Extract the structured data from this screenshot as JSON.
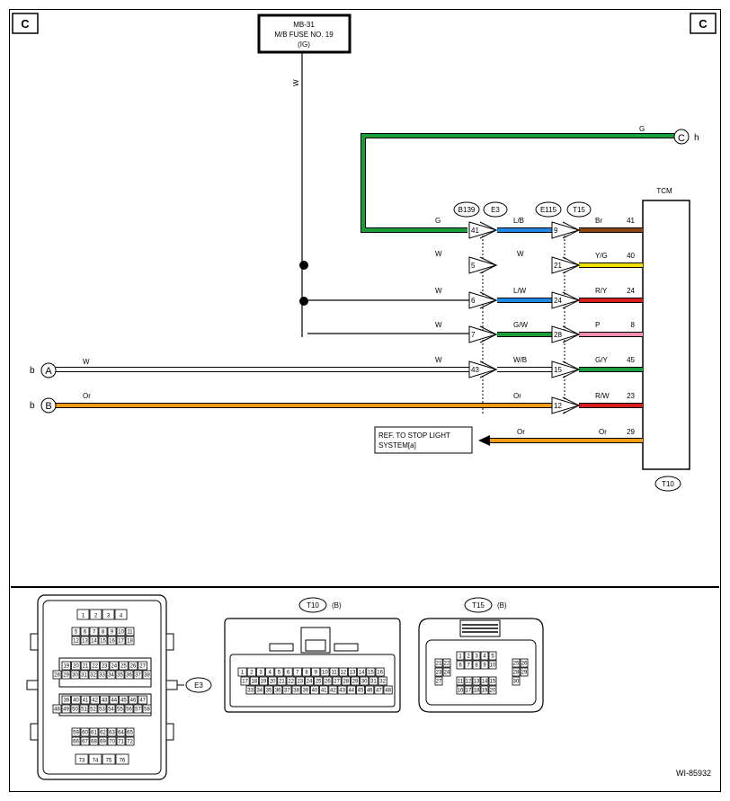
{
  "corner_labels": {
    "left": "C",
    "right": "C"
  },
  "fuse": {
    "line1": "MB-31",
    "line2": "M/B FUSE NO. 19",
    "line3": "(IG)"
  },
  "fuse_wire_color": "W",
  "connector_tags": {
    "b139": "B139",
    "e3": "E3",
    "e115": "E115",
    "t15": "T15",
    "t10_bottom": "T10"
  },
  "tcm_label": "TCM",
  "connector_c": {
    "letter": "C",
    "suffix": "h",
    "wire_color": "G"
  },
  "connector_a": {
    "prefix": "b",
    "letter": "A",
    "wire_color": "W"
  },
  "connector_b": {
    "prefix": "b",
    "letter": "B",
    "wire_color": "Or"
  },
  "circuits": [
    {
      "left_color": "G",
      "e3_pin": "41",
      "mid_color": "L/B",
      "t15_pin": "9",
      "right_color": "Br",
      "tcm_pin": "41",
      "left_hex": "#1a9e3a",
      "mid_hex": "#1e88e5",
      "right_hex": "#8b4513"
    },
    {
      "left_color": "W",
      "e3_pin": "5",
      "mid_color": "W",
      "t15_pin": "21",
      "right_color": "Y/G",
      "tcm_pin": "40",
      "left_hex": "#ffffff",
      "mid_hex": "#ffffff",
      "right_hex": "#f0e000"
    },
    {
      "left_color": "W",
      "e3_pin": "6",
      "mid_color": "L/W",
      "t15_pin": "24",
      "right_color": "R/Y",
      "tcm_pin": "24",
      "left_hex": "#ffffff",
      "mid_hex": "#1e88e5",
      "right_hex": "#d81b1b"
    },
    {
      "left_color": "W",
      "e3_pin": "7",
      "mid_color": "G/W",
      "t15_pin": "28",
      "right_color": "P",
      "tcm_pin": "8",
      "left_hex": "#ffffff",
      "mid_hex": "#1a9e3a",
      "right_hex": "#f48fb1"
    },
    {
      "left_color": "W",
      "e3_pin": "43",
      "mid_color": "W/B",
      "t15_pin": "15",
      "right_color": "G/Y",
      "tcm_pin": "45",
      "left_hex": "#ffffff",
      "mid_hex": "#ffffff",
      "right_hex": "#1a9e3a"
    },
    {
      "left_color": "Or",
      "e3_pin": "",
      "mid_color": "Or",
      "t15_pin": "12",
      "right_color": "R/W",
      "tcm_pin": "23",
      "left_hex": "#f39c12",
      "mid_hex": "#f39c12",
      "right_hex": "#d81b1b"
    }
  ],
  "stop_light": {
    "line1": "REF. TO STOP LIGHT",
    "line2": "SYSTEM[a]",
    "mid_color": "Or",
    "right_color": "Or",
    "tcm_pin": "29"
  },
  "connectors_bottom": {
    "e3_label": "E3",
    "t10_label": "T10",
    "t10_suffix": "(B)",
    "t15_label": "T15",
    "t15_suffix": "(B)"
  },
  "e3_pins": {
    "r1": [
      "1",
      "2",
      "3",
      "4"
    ],
    "r2": [
      "5",
      "6",
      "7",
      "8",
      "9",
      "10",
      "11"
    ],
    "r3": [
      "12",
      "13",
      "14",
      "15",
      "16",
      "17",
      "18"
    ],
    "r4": [
      "19",
      "20",
      "21",
      "22",
      "23",
      "24",
      "25",
      "26",
      "27"
    ],
    "r5": [
      "28",
      "29",
      "30",
      "31",
      "32",
      "33",
      "34",
      "35",
      "36",
      "37",
      "38"
    ],
    "r6": [
      "39",
      "40",
      "41",
      "42",
      "43",
      "44",
      "45",
      "46",
      "47"
    ],
    "r7": [
      "48",
      "49",
      "50",
      "51",
      "52",
      "53",
      "54",
      "55",
      "56",
      "57",
      "58"
    ],
    "r8": [
      "59",
      "60",
      "61",
      "62",
      "63",
      "64",
      "65"
    ],
    "r9": [
      "66",
      "67",
      "68",
      "69",
      "70",
      "71",
      "72"
    ],
    "r10": [
      "73",
      "74",
      "75",
      "76"
    ]
  },
  "t10_pins": {
    "r1": [
      "1",
      "2",
      "3",
      "4",
      "5",
      "6",
      "7",
      "8",
      "9",
      "10",
      "11",
      "12",
      "13",
      "14",
      "15",
      "16"
    ],
    "r2": [
      "17",
      "18",
      "19",
      "20",
      "21",
      "22",
      "23",
      "24",
      "25",
      "26",
      "27",
      "28",
      "29",
      "30",
      "31",
      "32"
    ],
    "r3": [
      "33",
      "34",
      "35",
      "36",
      "37",
      "38",
      "39",
      "40",
      "41",
      "42",
      "43",
      "44",
      "45",
      "46",
      "47",
      "48"
    ]
  },
  "t15_pins": {
    "r1": [
      "1",
      "2",
      "3",
      "4",
      "5"
    ],
    "r2": [
      "6",
      "7",
      "8",
      "9",
      "10"
    ],
    "r3": [
      "11",
      "12",
      "13",
      "14",
      "15"
    ],
    "r4": [
      "16",
      "17",
      "18",
      "19",
      "20"
    ],
    "left_a": [
      "21",
      "22"
    ],
    "left_b": [
      "23",
      "24"
    ],
    "left_c": [
      "27"
    ],
    "right_a": [
      "25",
      "26"
    ],
    "right_b": [
      "28",
      "29"
    ],
    "right_c": [
      "30"
    ]
  },
  "figure_id": "WI-85932"
}
